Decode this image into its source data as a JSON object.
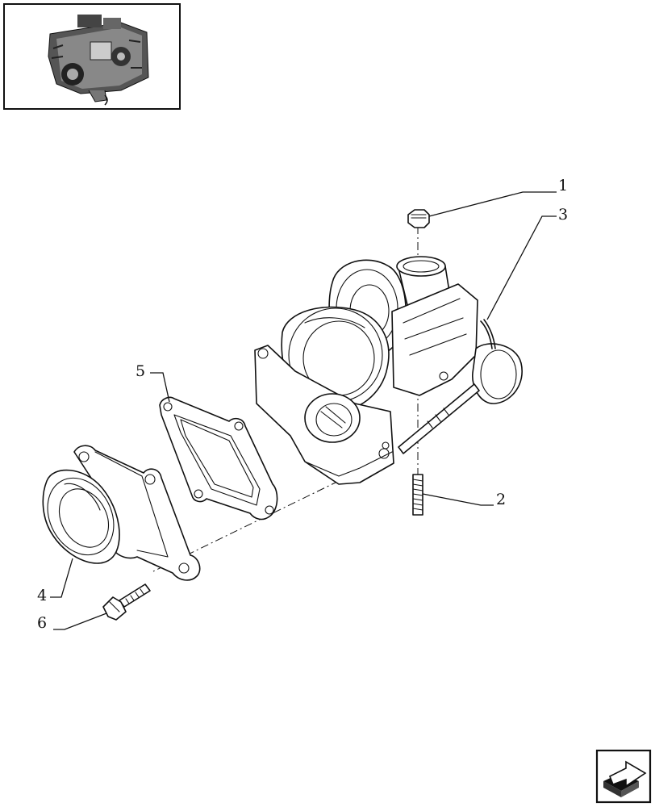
{
  "thumbnail": {
    "icon": "engine-thumbnail-icon"
  },
  "callouts": [
    {
      "label": "1",
      "part": "nut"
    },
    {
      "label": "2",
      "part": "stud"
    },
    {
      "label": "3",
      "part": "turbocharger"
    },
    {
      "label": "4",
      "part": "exhaust-elbow"
    },
    {
      "label": "5",
      "part": "gasket"
    },
    {
      "label": "6",
      "part": "bolt"
    }
  ],
  "nav": {
    "icon": "next-page-arrow-icon"
  },
  "colors": {
    "ink": "#111111",
    "background": "#ffffff"
  }
}
